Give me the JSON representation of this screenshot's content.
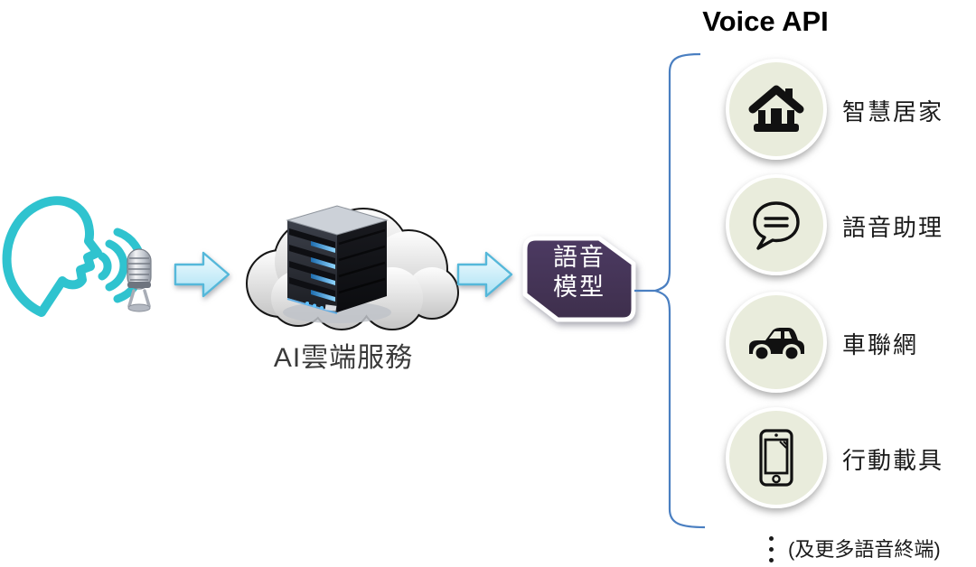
{
  "colors": {
    "teal": "#2fc3cf",
    "arrow_stroke": "#55b8da",
    "cloud_stroke": "#161616",
    "purple_box": "#443352",
    "brace_blue": "#4a7fc1",
    "circle_bg": "#e9ecdc",
    "icon_black": "#111111",
    "text_dark": "#1b1b1b"
  },
  "pipeline": {
    "speaker_icon": "speaking-head-with-sound-waves",
    "microphone_icon": "retro-microphone",
    "arrow_icon": "right-block-arrow",
    "cloud": {
      "label": "AI雲端服務"
    },
    "model_box": {
      "line1": "語音",
      "line2": "模型"
    }
  },
  "voice_api": {
    "title": "Voice API",
    "items": [
      {
        "icon": "home-icon",
        "label": "智慧居家"
      },
      {
        "icon": "speech-bubble-icon",
        "label": "語音助理"
      },
      {
        "icon": "car-icon",
        "label": "車聯網"
      },
      {
        "icon": "smartphone-icon",
        "label": "行動載具"
      }
    ],
    "more_note": "(及更多語音終端)"
  }
}
